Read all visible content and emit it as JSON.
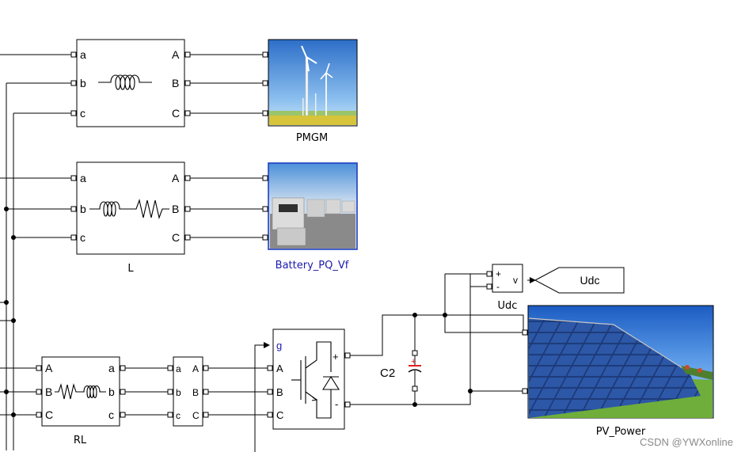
{
  "blocks": {
    "upper_line": {
      "name": "",
      "ports_left": [
        "a",
        "b",
        "c"
      ],
      "ports_right": [
        "A",
        "B",
        "C"
      ]
    },
    "middle_line": {
      "name": "L",
      "ports_left": [
        "a",
        "b",
        "c"
      ],
      "ports_right": [
        "A",
        "B",
        "C"
      ]
    },
    "rl_line": {
      "name": "RL",
      "ports_left": [
        "A",
        "B",
        "C"
      ],
      "ports_right": [
        "a",
        "b",
        "c"
      ]
    },
    "transformer": {
      "ports_left": [
        "a",
        "b",
        "c"
      ],
      "ports_right": [
        "A",
        "B",
        "C"
      ]
    },
    "converter": {
      "ports_left": [
        "g",
        "A",
        "B",
        "C"
      ],
      "ports_right": [
        "+",
        "-"
      ]
    },
    "pmgm": {
      "name": "PMGM"
    },
    "battery": {
      "name": "Battery_PQ_Vf"
    },
    "capacitor": {
      "name": "C2"
    },
    "voltmeter": {
      "name": "Udc",
      "plus": "+",
      "minus": "-",
      "out": "v"
    },
    "goto_tag": {
      "name": "Udc"
    },
    "pv": {
      "name": "PV_Power"
    }
  },
  "colors": {
    "wire": "#000000",
    "link_label": "#1a1ab0",
    "selected_border": "#1f3fbf",
    "cap_plate": "#e02020",
    "port_g": "#1a1ab0"
  },
  "watermark": "CSDN @YWXonline"
}
